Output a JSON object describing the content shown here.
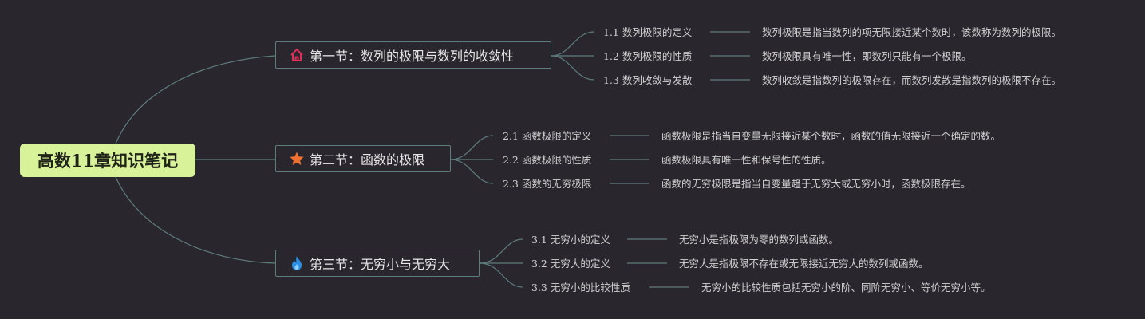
{
  "root": {
    "label": "高数11章知识笔记"
  },
  "sections": [
    {
      "label": "第一节：数列的极限与数列的收敛性",
      "icon": "house-icon",
      "icon_color": "#e0305a",
      "topics": [
        {
          "label": "1.1 数列极限的定义",
          "desc": "数列极限是指当数列的项无限接近某个数时，该数称为数列的极限。"
        },
        {
          "label": "1.2 数列极限的性质",
          "desc": "数列极限具有唯一性，即数列只能有一个极限。"
        },
        {
          "label": "1.3 数列收敛与发散",
          "desc": "数列收敛是指数列的极限存在，而数列发散是指数列的极限不存在。"
        }
      ]
    },
    {
      "label": "第二节：函数的极限",
      "icon": "star-icon",
      "icon_color": "#f07030",
      "topics": [
        {
          "label": "2.1 函数极限的定义",
          "desc": "函数极限是指当自变量无限接近某个数时，函数的值无限接近一个确定的数。"
        },
        {
          "label": "2.2 函数极限的性质",
          "desc": "函数极限具有唯一性和保号性的性质。"
        },
        {
          "label": "2.3 函数的无穷极限",
          "desc": "函数的无穷极限是指当自变量趋于无穷大或无穷小时，函数极限存在。"
        }
      ]
    },
    {
      "label": "第三节：无穷小与无穷大",
      "icon": "flame-icon",
      "icon_color": "#2a8fe6",
      "topics": [
        {
          "label": "3.1 无穷小的定义",
          "desc": "无穷小是指极限为零的数列或函数。"
        },
        {
          "label": "3.2 无穷大的定义",
          "desc": "无穷大是指极限不存在或无限接近无穷大的数列或函数。"
        },
        {
          "label": "3.3 无穷小的比较性质",
          "desc": "无穷小的比较性质包括无穷小的阶、同阶无穷小、等价无穷小等。"
        }
      ]
    }
  ],
  "colors": {
    "background": "#29262e",
    "root_fill": "#d8f29a",
    "line": "#5e7c7c"
  }
}
